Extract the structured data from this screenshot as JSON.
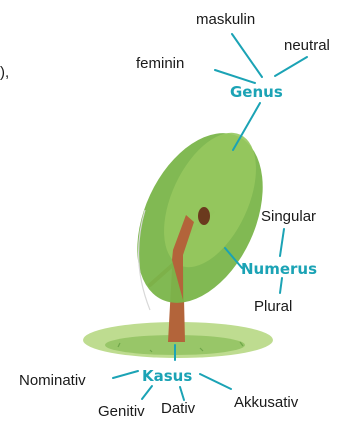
{
  "theme": {
    "hub_color": "#1ba3b5",
    "line_color": "#1ba3b5",
    "text_color": "#1a1a1a"
  },
  "edge_text": "),",
  "genus": {
    "label": "Genus",
    "children": [
      "maskulin",
      "feminin",
      "neutral"
    ]
  },
  "numerus": {
    "label": "Numerus",
    "children": [
      "Singular",
      "Plural"
    ]
  },
  "kasus": {
    "label": "Kasus",
    "children": [
      "Nominativ",
      "Genitiv",
      "Dativ",
      "Akkusativ"
    ]
  }
}
